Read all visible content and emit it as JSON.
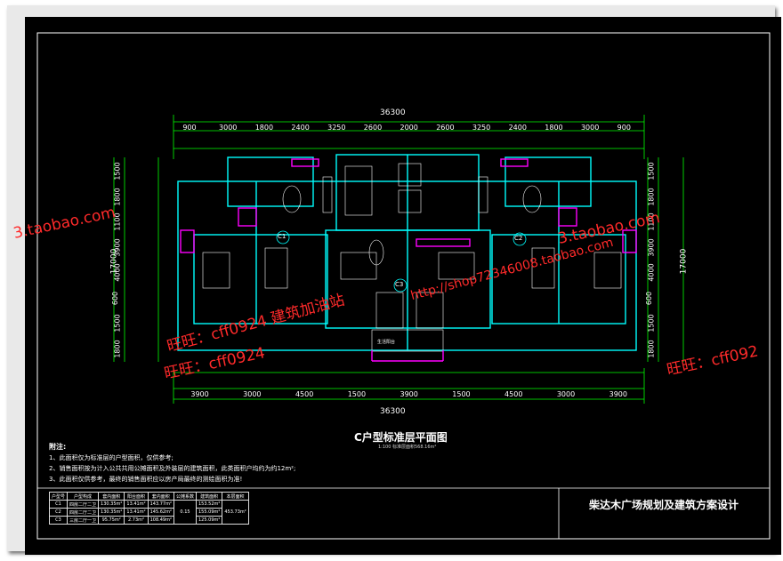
{
  "drawing": {
    "overall_width_top": "36300",
    "overall_width_bottom": "36300",
    "top_dimensions": [
      "900",
      "3000",
      "1800",
      "2400",
      "3250",
      "2600",
      "2000",
      "2600",
      "3250",
      "2400",
      "1800",
      "3000",
      "900"
    ],
    "bottom_dimensions": [
      "3900",
      "3000",
      "4500",
      "1500",
      "3900",
      "1500",
      "4500",
      "3000",
      "3900"
    ],
    "left_dimensions": [
      "1500",
      "1800",
      "1100",
      "3900",
      "4000",
      "600",
      "1500",
      "1800"
    ],
    "left_total": "17000",
    "right_dimensions": [
      "1500",
      "1800",
      "1100",
      "3900",
      "4000",
      "600",
      "1500",
      "1800"
    ],
    "right_total": "17000",
    "unit_markers": [
      "C1",
      "C2",
      "C3"
    ],
    "room_tag": "生活阳台",
    "plan_title": "C户型标准层平面图",
    "plan_scale": "1:100 标准层面积568.16m²"
  },
  "notes": {
    "title": "附注:",
    "lines": [
      "1、此面积仅为标准层的户型面积，仅供参考;",
      "2、销售面积按为计入公共共用公摊面积及外装层的建筑面积，此类面积户均约为约12m²;",
      "3、此面积仅供参考，最终的销售面积应以房产局最终的测绘面积为准!"
    ]
  },
  "table": {
    "headers": [
      "户型号",
      "户型构成",
      "套内面积",
      "阳台面积",
      "套内面积",
      "公摊系数",
      "建筑面积",
      "本层面积"
    ],
    "rows": [
      [
        "C1",
        "四房二厅二卫",
        "130.35m²",
        "13.41m²",
        "143.77m²",
        "",
        "153.52m²",
        ""
      ],
      [
        "C2",
        "四房二厅二卫",
        "130.35m²",
        "13.41m²",
        "145.62m²",
        "0.15",
        "155.09m²",
        "453.73m²"
      ],
      [
        "C3",
        "三房二厅一卫",
        "95.75m²",
        "2.73m²",
        "108.49m²",
        "",
        "125.09m²",
        ""
      ]
    ]
  },
  "project_title": "柴达木广场规划及建筑方案设计",
  "watermarks": {
    "top_left": "3.taobao.com",
    "top_right": "3.taobao.com",
    "middle_left": "旺旺：cff0924 建筑加油站",
    "middle_right": "http://shop72346008.taobao.com",
    "bottom_left": "旺旺：cff0924",
    "bottom_right": "旺旺：cff092"
  },
  "colors": {
    "background": "#000000",
    "wall": "#00ffff",
    "dimension": "#00ff00",
    "room_lines": "#ffffff",
    "accent": "#ff00ff",
    "watermark": "#ff2a2a"
  }
}
